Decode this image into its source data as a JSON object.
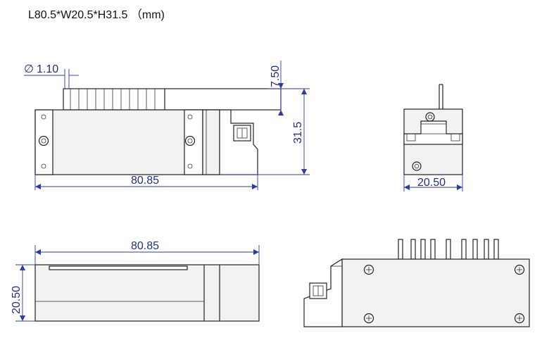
{
  "header": {
    "title": "L80.5*W20.5*H31.5 （mm)"
  },
  "dimensions": {
    "pin_diameter": "1.10",
    "pin_height": "7.50",
    "front_height": "31.5",
    "front_length": "80.85",
    "side_width": "20.50",
    "top_length": "80.85",
    "top_width": "20.50"
  },
  "symbols": {
    "diameter": "∅"
  },
  "colors": {
    "dimension": "#1f2e8a",
    "outline": "#222222",
    "body_fill": "#f2f2f2"
  }
}
